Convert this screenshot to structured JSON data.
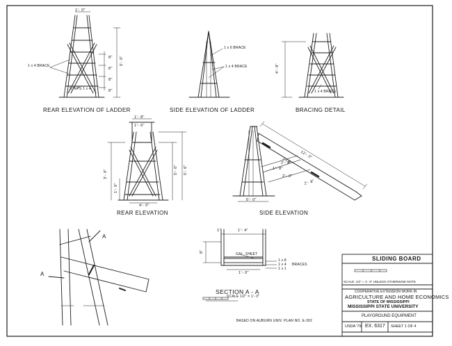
{
  "views": {
    "rear_ladder": {
      "title": "REAR ELEVATION OF LADDER",
      "top_width": "1'- 0\"",
      "brace": "1 x 4  BRACE",
      "steps": "STEPS  1 x 4",
      "height": "5'- 0\"",
      "spacing": [
        "8\"",
        "8\"",
        "8\"",
        "8\""
      ]
    },
    "side_ladder": {
      "title": "SIDE  ELEVATION OF LADDER",
      "brace_upper": "1 x 6  BRACE",
      "brace_lower": "1 x 4  BRACE"
    },
    "bracing": {
      "title": "BRACING  DETAIL",
      "height": "4'- 8\"",
      "brace": "1 x 4  BRACE"
    },
    "rear": {
      "title": "REAR ELEVATION",
      "w1": "1'- 8\"",
      "w2": "1'- 6\"",
      "h1": "3'- 9\"",
      "h2": "1'- 0\"",
      "h3": "5'- 0\"",
      "h4": "5'- 6\"",
      "base": "4'- 0\""
    },
    "side": {
      "title": "SIDE  ELEVATION",
      "len": "12'- 0\"",
      "brace": "1 x 8",
      "d1": "2'- 8\"",
      "d2": "1'- 8\"",
      "d3": "2'- 8\"",
      "d4": "2'- 0\"",
      "base": "5'- 0\""
    },
    "detail_a": {
      "marker": "A"
    },
    "section": {
      "title": "SECTION  A - A",
      "scale": "SCALE  1/2\" = 1'- 0\"",
      "top": "1'- 4\"",
      "bottom": "1'- 0\"",
      "left": "8\"",
      "left2": "1\"",
      "gal": "GAL. SHEET",
      "b1": "1 x 8",
      "b2": "1 x 4",
      "b3": "1 x 1",
      "braces": "BRACES"
    },
    "based_on": "BASED ON AUBURN UNIV. PLAN NO. E-302"
  },
  "title_block": {
    "heading": "SLIDING  BOARD",
    "scale_note": "SCALE: 1/2\" = 1'- 0\" UNLESS OTHERWISE NOTE",
    "line1": "COOPERATIVE EXTENSION WORK IN",
    "line2": "AGRICULTURE AND HOME ECONOMICS",
    "line3": "STATE OF MISSISSIPPI",
    "line4": "MISSISSIPPI STATE UNIVERSITY",
    "project": "PLAYGROUND   EQUIPMENT",
    "agency": "USDA  '79",
    "ex": "EX. 6317",
    "sheet": "SHEET  1  OF  4"
  }
}
